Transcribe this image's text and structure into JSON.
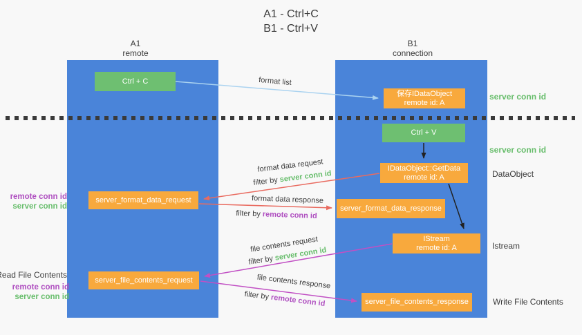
{
  "title": {
    "line1": "A1 - Ctrl+C",
    "line2": "B1 - Ctrl+V"
  },
  "columns": {
    "left": {
      "name": "A1",
      "subtitle": "remote"
    },
    "right": {
      "name": "B1",
      "subtitle": "connection"
    }
  },
  "nodes": {
    "ctrl_c": "Ctrl + C",
    "ctrl_v": "Ctrl + V",
    "save_idataobject": {
      "line1": "保存IDataObject",
      "line2": "remote id: A"
    },
    "getdata": {
      "line1": "IDataObject::GetData",
      "line2": "remote id: A"
    },
    "istream": {
      "line1": "IStream",
      "line2": "remote id: A"
    },
    "format_request": "server_format_data_request",
    "format_response": "server_format_data_response",
    "file_request": "server_file_contents_request",
    "file_response": "server_file_contents_response"
  },
  "edge_labels": {
    "format_list": "format list",
    "format_data_request": "format data request",
    "format_data_response": "format data response",
    "file_contents_request": "file contents request",
    "file_contents_response": "file contents response",
    "filter_by": "filter by ",
    "server_conn_id": "server conn id",
    "remote_conn_id": "remote conn id"
  },
  "side_labels": {
    "server_conn_id_top": "server conn id",
    "server_conn_id_mid": "server conn id",
    "dataobject": "DataObject",
    "istream": "Istream",
    "write_file_contents": "Write File Contents",
    "read_file_contents": "Read File Contents",
    "remote_conn_id_1": "remote conn id",
    "server_conn_id_1": "server conn id",
    "remote_conn_id_2": "remote conn id",
    "server_conn_id_2": "server conn id"
  },
  "colors": {
    "column_blue": "#4a84d9",
    "box_green": "#6ebf71",
    "box_orange": "#f8a93d",
    "text_green": "#67bd6b",
    "text_purple": "#af4fc0",
    "arrow_blue": "#abd3f0",
    "arrow_red": "#e96b60",
    "arrow_magenta": "#c150c4",
    "arrow_black": "#222222"
  }
}
